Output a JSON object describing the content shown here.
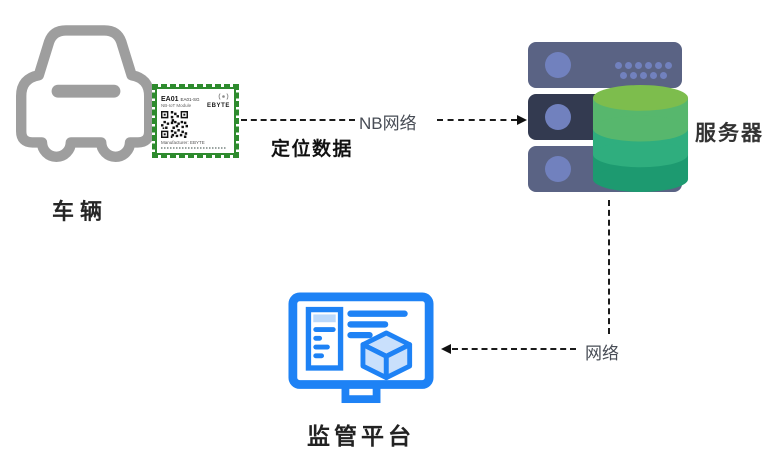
{
  "diagram": {
    "vehicle": {
      "label": "车辆"
    },
    "module": {
      "model": "EA01",
      "model_variant": "EA01-SG",
      "product_type": "NB-IoT Module",
      "brand": "EBYTE",
      "manufacturer": "Manufacturer: EBYTE"
    },
    "server": {
      "label": "服务器"
    },
    "platform": {
      "label": "监管平台"
    },
    "link_vehicle_server": {
      "network_label": "NB网络",
      "payload_label": "定位数据"
    },
    "link_server_platform": {
      "network_label": "网络"
    }
  },
  "colors": {
    "car_gray": "#9e9e9e",
    "chip_green": "#2e8b2e",
    "server_body": "#5a6384",
    "server_dark": "#333a50",
    "server_accent": "#7181be",
    "db_top": "#7dbd4d",
    "db_band1": "#57b76d",
    "db_band2": "#2fae7e",
    "db_band3": "#1d9a70",
    "monitor_blue": "#1e82f5",
    "monitor_light": "#c9e0fc",
    "dash_black": "#1b1b1b",
    "label_dark": "#262626",
    "link_label_gray": "#474c55"
  }
}
